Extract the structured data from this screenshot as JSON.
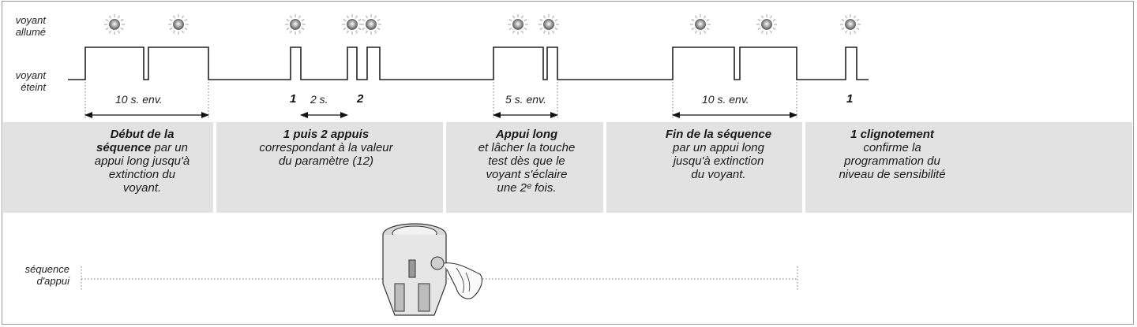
{
  "labels": {
    "led_on_line1": "voyant",
    "led_on_line2": "allumé",
    "led_off_line1": "voyant",
    "led_off_line2": "éteint",
    "press_line1": "séquence",
    "press_line2": "d'appui"
  },
  "dimensions": {
    "first": "10 s. env.",
    "gap": "2 s.",
    "long_press": "5 s. env.",
    "last": "10 s. env."
  },
  "marks": {
    "one": "1",
    "two": "2",
    "final_one": "1"
  },
  "captions": [
    {
      "title": "Début de la",
      "title2": "séquence",
      "rest": "par un",
      "lines": [
        "appui long jusqu'à",
        "extinction du",
        "voyant."
      ]
    },
    {
      "title": "1 puis 2 appuis",
      "lines": [
        "correspondant à la valeur",
        "du paramètre (12)"
      ]
    },
    {
      "title": "Appui long",
      "lines": [
        "et lâcher la touche",
        "test dès que le",
        "voyant s'éclaire",
        "une 2ᵉ fois."
      ]
    },
    {
      "title": "Fin de la séquence",
      "lines": [
        "par un appui long",
        "jusqu'à extinction",
        "du voyant."
      ]
    },
    {
      "title": "1 clignotement",
      "lines": [
        "confirme la",
        "programmation du",
        "niveau de sensibilité"
      ]
    }
  ],
  "colors": {
    "band": "#e2e2e2",
    "signal": "#222222",
    "led_glow": "#b8b8b8"
  }
}
